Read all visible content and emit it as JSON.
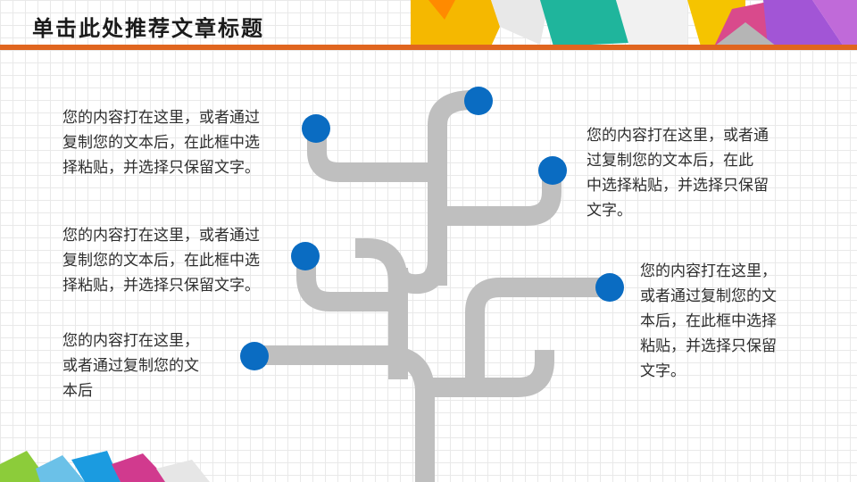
{
  "header": {
    "title": "单击此处推荐文章标题",
    "accent_color": "#e0651f"
  },
  "diagram": {
    "branch_color": "#bfbfbf",
    "node_color": "#0a6cc2"
  },
  "texts": {
    "left_top": "您的内容打在这里，或者通过\n复制您的文本后，在此框中选\n择粘贴，并选择只保留文字。",
    "left_middle": "您的内容打在这里，或者通过\n复制您的文本后，在此框中选\n择粘贴，并选择只保留文字。",
    "left_bottom": "您的内容打在这里，\n或者通过复制您的文\n本后",
    "right_top": "您的内容打在这里，或者通\n过复制您的文本后，在此\n中选择粘贴，并选择只保留\n文字。",
    "right_bottom": "您的内容打在这里，\n或者通过复制您的文\n本后，在此框中选择\n粘贴，并选择只保留\n文字。"
  }
}
